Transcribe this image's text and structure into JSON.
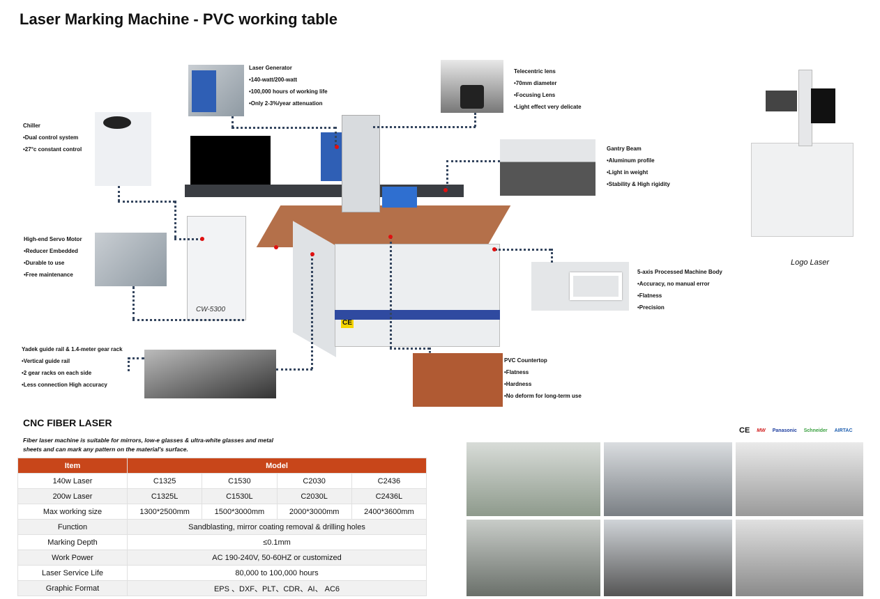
{
  "title": "Laser Marking Machine - PVC working table",
  "callouts": {
    "laser_generator": {
      "title": "Laser Generator",
      "items": [
        "•140-watt/200-watt",
        "•100,000 hours of working life",
        "•Only 2-3%/year attenuation"
      ]
    },
    "telecentric": {
      "title": "Telecentric lens",
      "items": [
        "•70mm diameter",
        "•Focusing Lens",
        "•Light effect very delicate"
      ]
    },
    "chiller": {
      "title": "Chiller",
      "items": [
        "•Dual control system",
        "•27°c constant control"
      ]
    },
    "gantry": {
      "title": "Gantry Beam",
      "items": [
        "•Aluminum profile",
        "•Light in weight",
        "•Stability & High rigidity"
      ]
    },
    "servo": {
      "title": "High-end Servo Motor",
      "items": [
        "•Reducer Embedded",
        "•Durable to use",
        "•Free maintenance"
      ]
    },
    "body": {
      "title": "5-axis Processed Machine Body",
      "items": [
        "•Accuracy, no manual error",
        "•Flatness",
        "•Precision"
      ]
    },
    "guide": {
      "title": "Yadek guide rail & 1.4-meter gear rack",
      "items": [
        "•Vertical guide rail",
        "•2 gear racks on each side",
        "•Less connection High accuracy"
      ]
    },
    "pvc": {
      "title": "PVC Countertop",
      "items": [
        "•Flatness",
        "•Hardness",
        "•No deform for long-term use"
      ]
    }
  },
  "machine_labels": {
    "chiller_brand": "CW-5300",
    "ce": "CE"
  },
  "logo_laser_caption": "Logo Laser",
  "section": {
    "title": "CNC FIBER LASER",
    "description": "Fiber laser machine is suitable for mirrors, low-e glasses & ultra-white glasses and metal sheets and can mark any pattern on the material's surface."
  },
  "table": {
    "headers": [
      "Item",
      "Model"
    ],
    "rows": [
      [
        "140w Laser",
        "C1325",
        "C1530",
        "C2030",
        "C2436"
      ],
      [
        "200w Laser",
        "C1325L",
        "C1530L",
        "C2030L",
        "C2436L"
      ],
      [
        "Max working size",
        "1300*2500mm",
        "1500*3000mm",
        "2000*3000mm",
        "2400*3600mm"
      ],
      [
        "Function",
        "Sandblasting, mirror coating removal & drilling holes"
      ],
      [
        "Marking Depth",
        "≤0.1mm"
      ],
      [
        "Work Power",
        "AC 190-240V, 50-60HZ or customized"
      ],
      [
        "Laser Service Life",
        "80,000 to 100,000 hours"
      ],
      [
        "Graphic Format",
        "EPS 、DXF、PLT、CDR、AI、 AC6"
      ]
    ]
  },
  "brands": [
    "CE",
    "MW",
    "Panasonic",
    "Schneider",
    "AIRTAC"
  ],
  "colors": {
    "header": "#c8461a",
    "line": "#34455e",
    "marker": "#e01010"
  }
}
